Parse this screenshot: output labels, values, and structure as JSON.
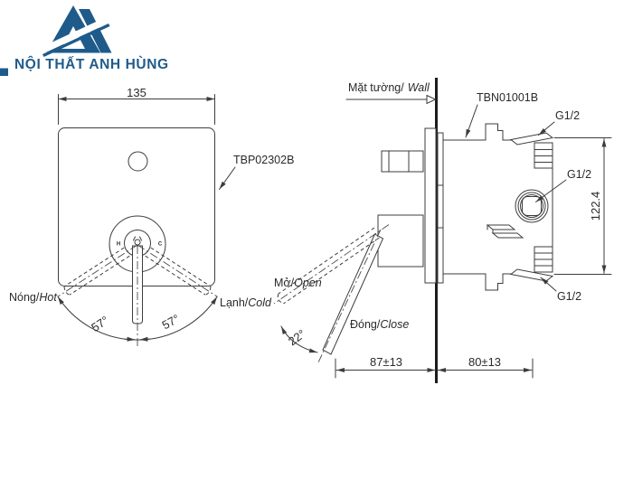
{
  "brand": {
    "name": "NỘI THẤT ANH HÙNG",
    "color": "#1f5b8a"
  },
  "colors": {
    "line": "#3d3d3d",
    "text": "#2a2a2a"
  },
  "front_view": {
    "dim_width": "135",
    "product_code": "TBP02302B",
    "hot_vi": "Nóng/",
    "hot_en": "Hot",
    "cold_vi": "Lạnh/",
    "cold_en": "Cold",
    "angle_left": "57°",
    "angle_right": "57°",
    "mark_hot": "H",
    "mark_cold": "C"
  },
  "side_view": {
    "wall_vi": "Mặt tường/",
    "wall_en": "Wall",
    "valve_code": "TBN01001B",
    "thread_top": "G1/2",
    "thread_middle": "G1/2",
    "thread_bottom": "G1/2",
    "dim_height": "122.4",
    "open_vi": "Mở/",
    "open_en": "Open",
    "close_vi": "Đóng/",
    "close_en": "Close",
    "angle_open": "22°",
    "dim_wall_to_handle": "87±13",
    "dim_wall_to_valve": "80±13"
  }
}
